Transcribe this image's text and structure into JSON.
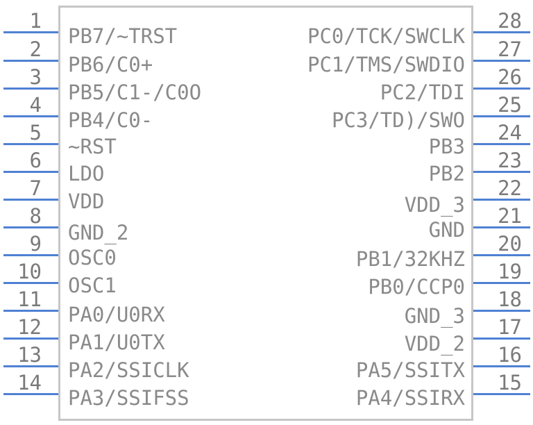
{
  "left_pins": [
    {
      "num": "1",
      "label": "PB7/~TRST"
    },
    {
      "num": "2",
      "label": "PB6/C0+"
    },
    {
      "num": "3",
      "label": "PB5/C1-/C0O"
    },
    {
      "num": "4",
      "label": "PB4/C0-"
    },
    {
      "num": "5",
      "label": "~RST"
    },
    {
      "num": "6",
      "label": "LDO"
    },
    {
      "num": "7",
      "label": "VDD"
    },
    {
      "num": "8",
      "label": "GND_2"
    },
    {
      "num": "9",
      "label": "OSC0"
    },
    {
      "num": "10",
      "label": "OSC1"
    },
    {
      "num": "11",
      "label": "PA0/U0RX"
    },
    {
      "num": "12",
      "label": "PA1/U0TX"
    },
    {
      "num": "13",
      "label": "PA2/SSICLK"
    },
    {
      "num": "14",
      "label": "PA3/SSIFSS"
    }
  ],
  "right_pins": [
    {
      "num": "28",
      "label": "PC0/TCK/SWCLK"
    },
    {
      "num": "27",
      "label": "PC1/TMS/SWDIO"
    },
    {
      "num": "26",
      "label": "PC2/TDI"
    },
    {
      "num": "25",
      "label": "PC3/TD)/SWO"
    },
    {
      "num": "24",
      "label": "PB3"
    },
    {
      "num": "23",
      "label": "PB2"
    },
    {
      "num": "22",
      "label": "VDD_3"
    },
    {
      "num": "21",
      "label": "GND"
    },
    {
      "num": "20",
      "label": "PB1/32KHZ"
    },
    {
      "num": "19",
      "label": "PB0/CCP0"
    },
    {
      "num": "18",
      "label": "GND_3"
    },
    {
      "num": "17",
      "label": "VDD_2"
    },
    {
      "num": "16",
      "label": "PA5/SSITX"
    },
    {
      "num": "15",
      "label": "PA4/SSIRX"
    }
  ],
  "colors": {
    "pin_line": "#4f81d3",
    "body_outline": "#c6c6c6",
    "text": "#8a8a8a"
  }
}
